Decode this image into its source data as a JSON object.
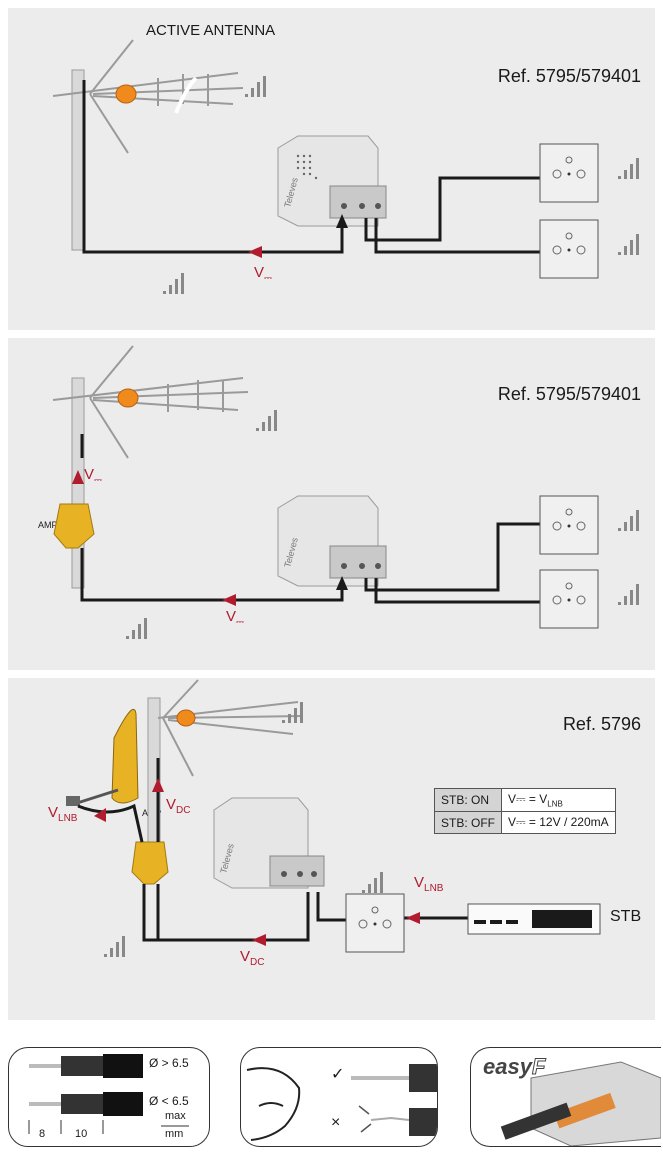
{
  "panel1": {
    "title": "ACTIVE ANTENNA",
    "ref": "Ref. 5795/579401",
    "voltage_label": "V",
    "voltage_sub": "⎓",
    "brand": "Televes"
  },
  "panel2": {
    "ref": "Ref. 5795/579401",
    "amp_label": "AMP",
    "voltage_label": "V",
    "voltage_sub": "⎓",
    "brand": "Televes"
  },
  "panel3": {
    "ref": "Ref. 5796",
    "amp_label": "AMP",
    "v_lnb": "V",
    "v_lnb_sub": "LNB",
    "v_dc": "V",
    "v_dc_sub": "DC",
    "stb_label": "STB",
    "brand": "Televes",
    "table": [
      {
        "state": "STB: ON",
        "value": "V⎓ = V",
        "value_sub": "LNB"
      },
      {
        "state": "STB: OFF",
        "value": "V⎓ = 12V / 220mA",
        "value_sub": ""
      }
    ]
  },
  "cable": {
    "dia_gt": "Ø > 6.5",
    "dia_lt": "Ø < 6.5",
    "dim_8": "8",
    "dim_10": "10",
    "max": "max",
    "unit": "mm"
  },
  "check": {
    "ok": "✓",
    "bad": "×"
  },
  "easyf": {
    "text_a": "easy",
    "text_b": "F"
  },
  "colors": {
    "panel_bg": "#ececec",
    "cable": "#1a1a1a",
    "arrow_red": "#b01c2e",
    "antenna_orange": "#f08a1c",
    "amp_yellow": "#e7b325",
    "device_grey": "#e2e2e2"
  }
}
